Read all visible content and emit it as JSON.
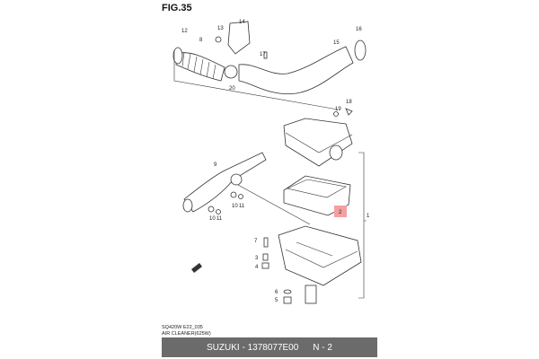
{
  "figure_title": "FIG.35",
  "callouts": {
    "c14": "14",
    "c12": "12",
    "c13": "13",
    "c8": "8",
    "c17": "17",
    "c15": "15",
    "c16": "16",
    "c20": "20",
    "c19": "19",
    "c18": "18",
    "c9": "9",
    "c10a": "10",
    "c11a": "11",
    "c10b": "10",
    "c11b": "11",
    "c2": "2",
    "c1": "1",
    "c7": "7",
    "c3": "3",
    "c4": "4",
    "c6": "6",
    "c5": "5"
  },
  "highlight_color": "#f4a0a0",
  "caption": {
    "code": "SQ420W E22_035",
    "name": "AIR CLEANER(625W)"
  },
  "footer": {
    "part": "SUZUKI - 1378077E00",
    "page": "N - 2",
    "bg_color": "#6b6b6b"
  }
}
